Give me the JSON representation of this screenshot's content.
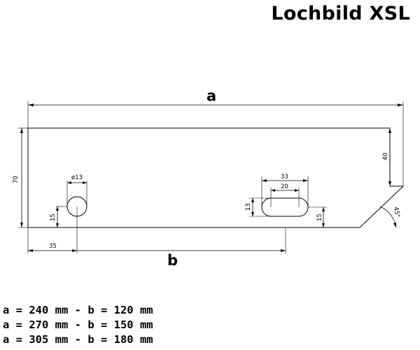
{
  "title": "Lochbild XSL",
  "labels": {
    "a": "a",
    "b": "b",
    "height": "70",
    "hole_diameter": "ø13",
    "hole_height": "15",
    "hole_offset": "35",
    "slot_outer": "33",
    "slot_inner": "20",
    "slot_height": "13",
    "slot_offset": "15",
    "right_height": "40",
    "angle": "45°"
  },
  "variants": [
    "a = 240 mm - b = 120 mm",
    "a = 270 mm - b = 150 mm",
    "a = 305 mm - b = 180 mm"
  ]
}
